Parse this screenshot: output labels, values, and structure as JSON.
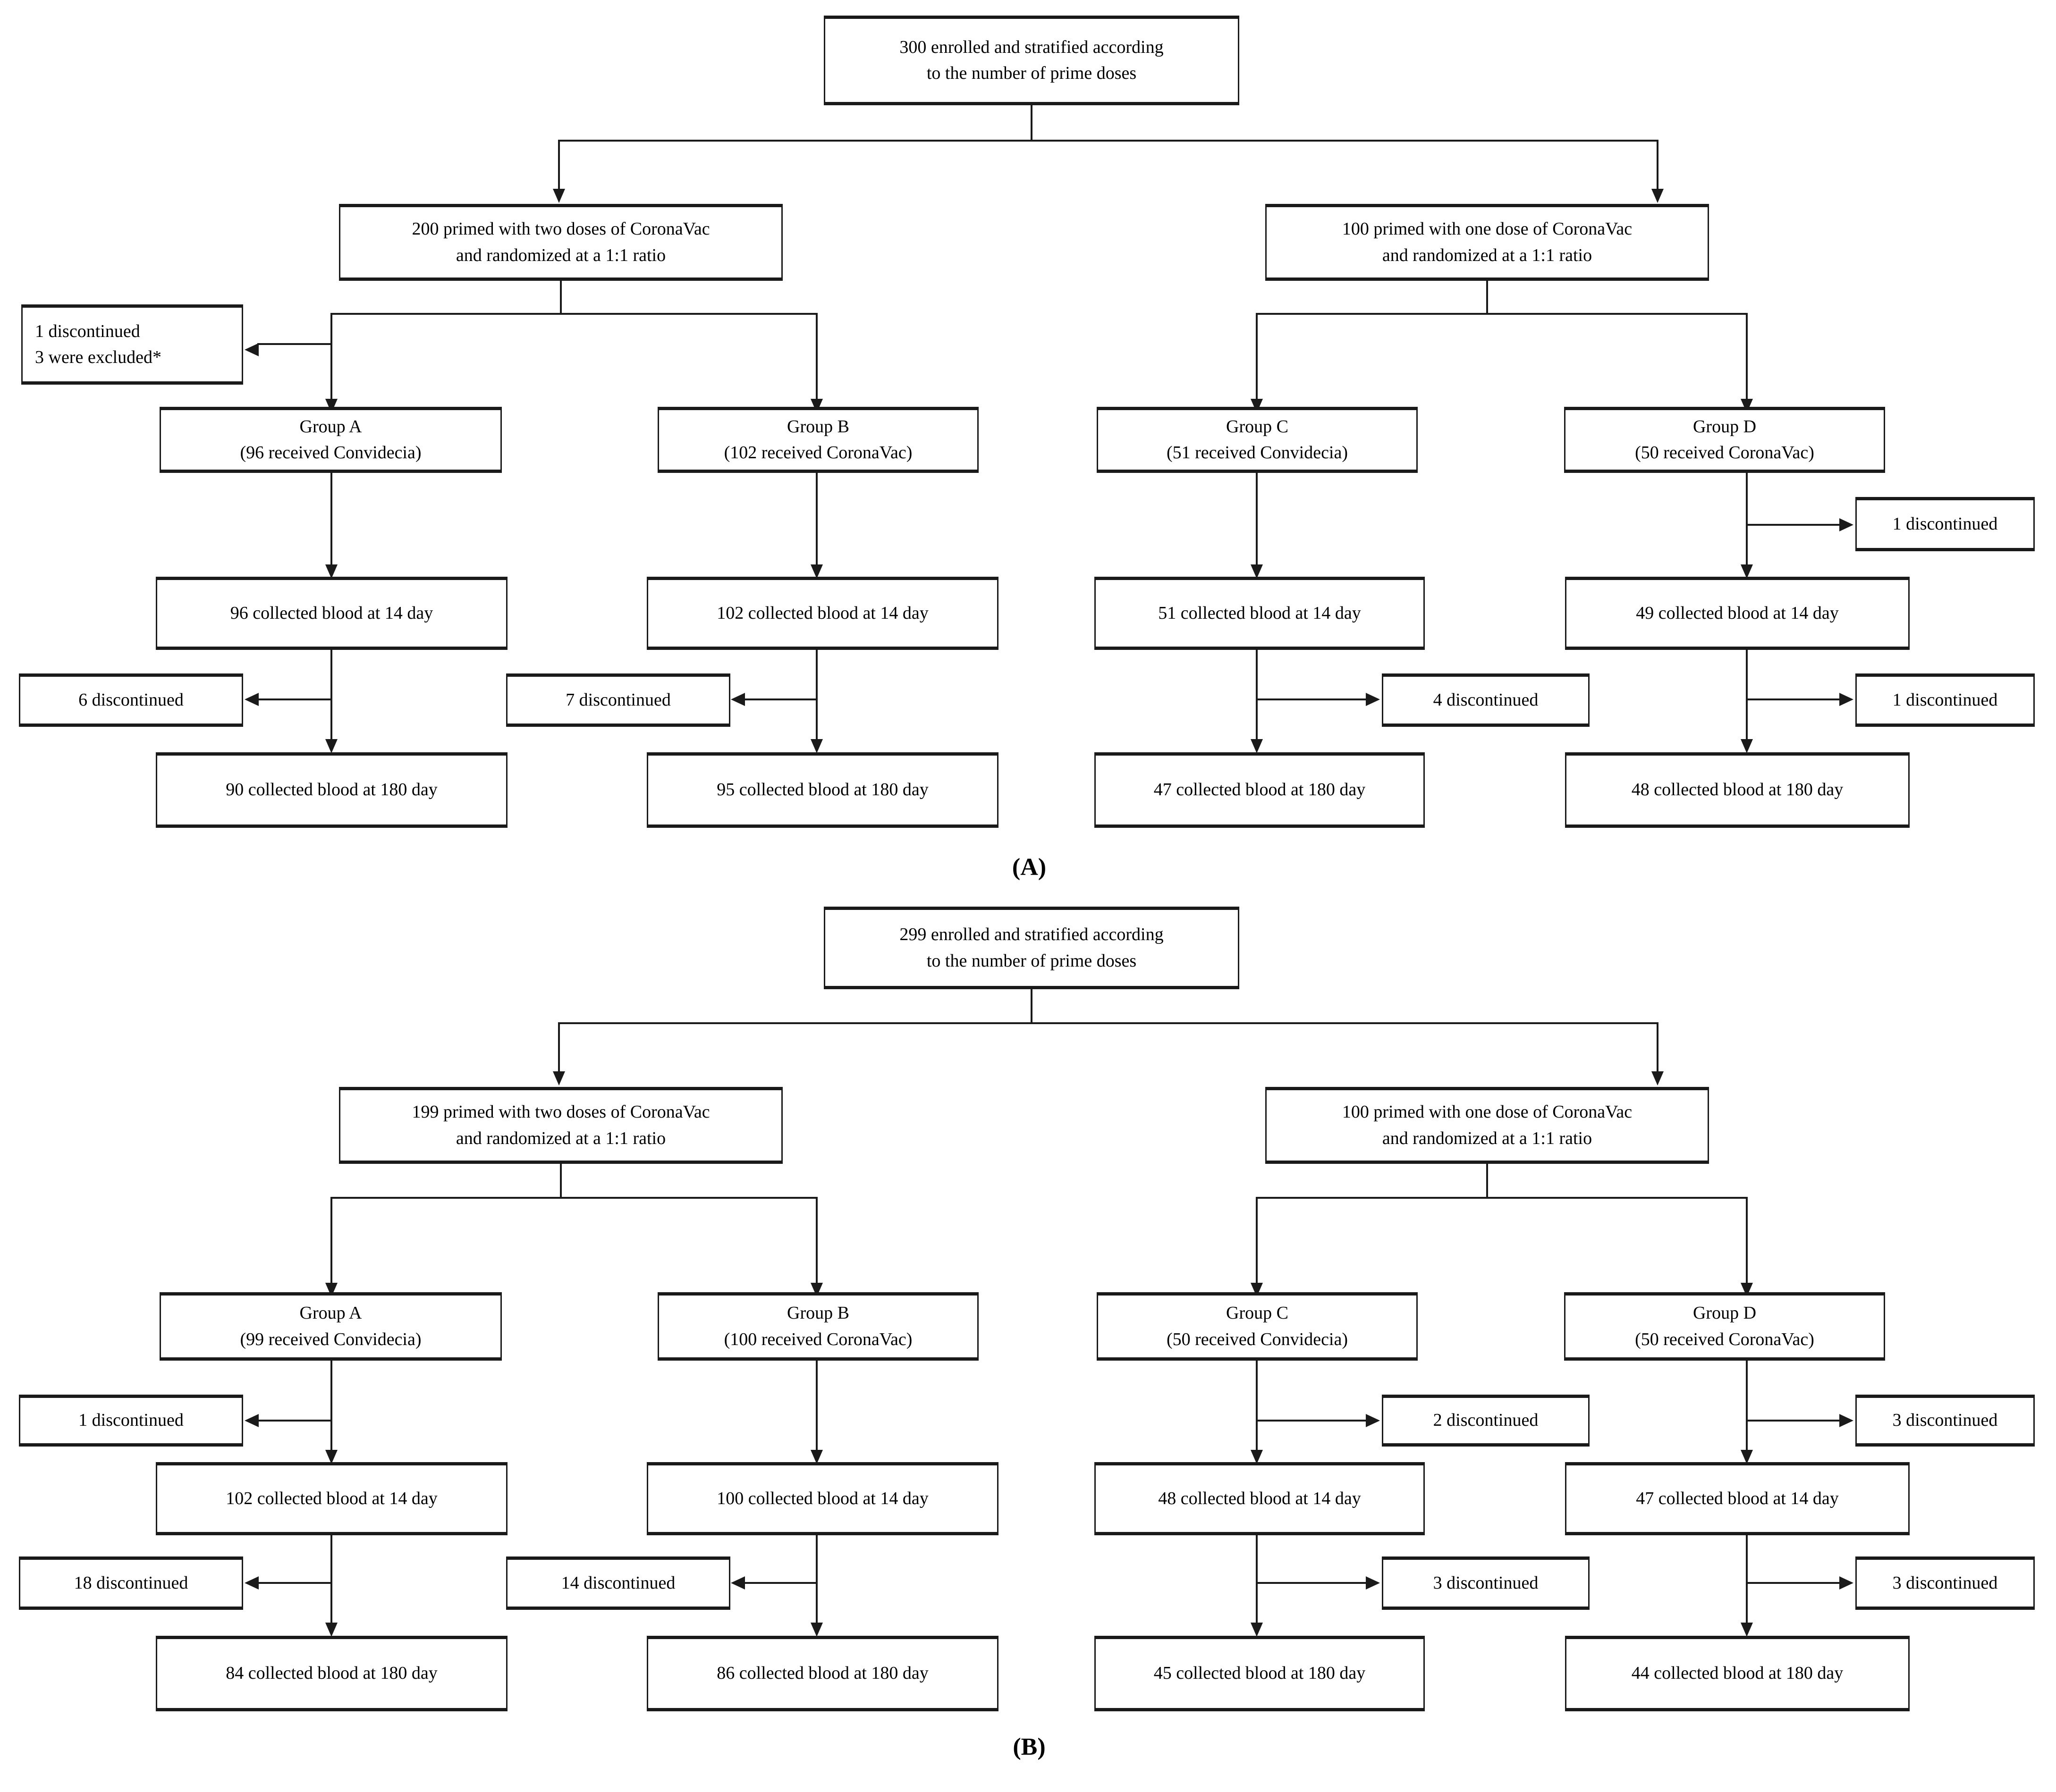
{
  "figure": {
    "type": "consort-flow-diagram",
    "panel_labels": [
      "(A)",
      "(B)"
    ]
  },
  "panelA": {
    "label": "(A)",
    "enrolled": {
      "line1": "300 enrolled and stratified according",
      "line2": "to the number of prime doses"
    },
    "strata": [
      {
        "line1": "200 primed with two doses of CoronaVac",
        "line2": "and randomized at a 1:1 ratio"
      },
      {
        "line1": "100 primed with one dose of CoronaVac",
        "line2": "and randomized at a 1:1 ratio"
      }
    ],
    "excluded": {
      "line1": "1 discontinued",
      "line2": "3 were excluded*"
    },
    "groups": [
      {
        "name": "Group A",
        "detail": "(96 received Convidecia)"
      },
      {
        "name": "Group B",
        "detail": "(102 received CoronaVac)"
      },
      {
        "name": "Group C",
        "detail": "(51 received Convidecia)"
      },
      {
        "name": "Group D",
        "detail": "(50 received CoronaVac)"
      }
    ],
    "post_randomization_dropout": {
      "groupD": "1 discontinued"
    },
    "day14": [
      "96 collected blood at 14 day",
      "102 collected blood at 14 day",
      "51 collected blood at 14 day",
      "49 collected blood at 14 day"
    ],
    "dropout14to180": [
      "6 discontinued",
      "7 discontinued",
      "4 discontinued",
      "1 discontinued"
    ],
    "day180": [
      "90 collected blood at 180 day",
      "95 collected blood at 180 day",
      "47 collected blood at 180 day",
      "48 collected blood at 180 day"
    ]
  },
  "panelB": {
    "label": "(B)",
    "enrolled": {
      "line1": "299 enrolled and stratified according",
      "line2": "to the number of prime doses"
    },
    "strata": [
      {
        "line1": "199 primed with two doses of CoronaVac",
        "line2": "and randomized at a 1:1 ratio"
      },
      {
        "line1": "100 primed with one dose of CoronaVac",
        "line2": "and randomized at a 1:1 ratio"
      }
    ],
    "groups": [
      {
        "name": "Group A",
        "detail": "(99 received Convidecia)"
      },
      {
        "name": "Group B",
        "detail": "(100 received CoronaVac)"
      },
      {
        "name": "Group C",
        "detail": "(50 received Convidecia)"
      },
      {
        "name": "Group D",
        "detail": "(50 received CoronaVac)"
      }
    ],
    "dropout_pre14": [
      "1 discontinued",
      "",
      "2 discontinued",
      "3 discontinued"
    ],
    "day14": [
      "102 collected blood at 14 day",
      "100 collected blood at 14 day",
      "48 collected blood at 14 day",
      "47 collected blood at 14 day"
    ],
    "dropout14to180": [
      "18 discontinued",
      "14 discontinued",
      "3 discontinued",
      "3 discontinued"
    ],
    "day180": [
      "84 collected blood at 180 day",
      "86 collected blood at 180 day",
      "45 collected blood at 180 day",
      "44 collected blood at 180 day"
    ]
  }
}
